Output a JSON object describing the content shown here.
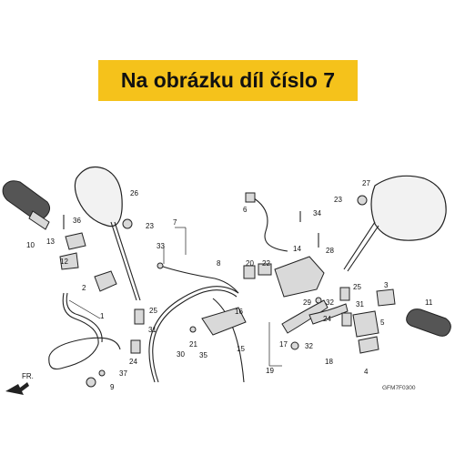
{
  "banner": {
    "text": "Na obrázku díl číslo 7",
    "color": "#f5c21b"
  },
  "diagram": {
    "catalog_code": "GFM7F0300",
    "front_arrow_label": "FR.",
    "callouts": {
      "1": "1",
      "2": "2",
      "3": "3",
      "4": "4",
      "5": "5",
      "6": "6",
      "7": "7",
      "8": "8",
      "9": "9",
      "10": "10",
      "11": "11",
      "12": "12",
      "13": "13",
      "14": "14",
      "15": "15",
      "16": "16",
      "17": "17",
      "18": "18",
      "19": "19",
      "20": "20",
      "21": "21",
      "22": "22",
      "23a": "23",
      "23b": "23",
      "24a": "24",
      "24b": "24",
      "25a": "25",
      "25b": "25",
      "26": "26",
      "27": "27",
      "28": "28",
      "29": "29",
      "30": "30",
      "31a": "31",
      "31b": "31",
      "32a": "32",
      "32b": "32",
      "33": "33",
      "34": "34",
      "35": "35",
      "36": "36",
      "37": "37"
    }
  }
}
